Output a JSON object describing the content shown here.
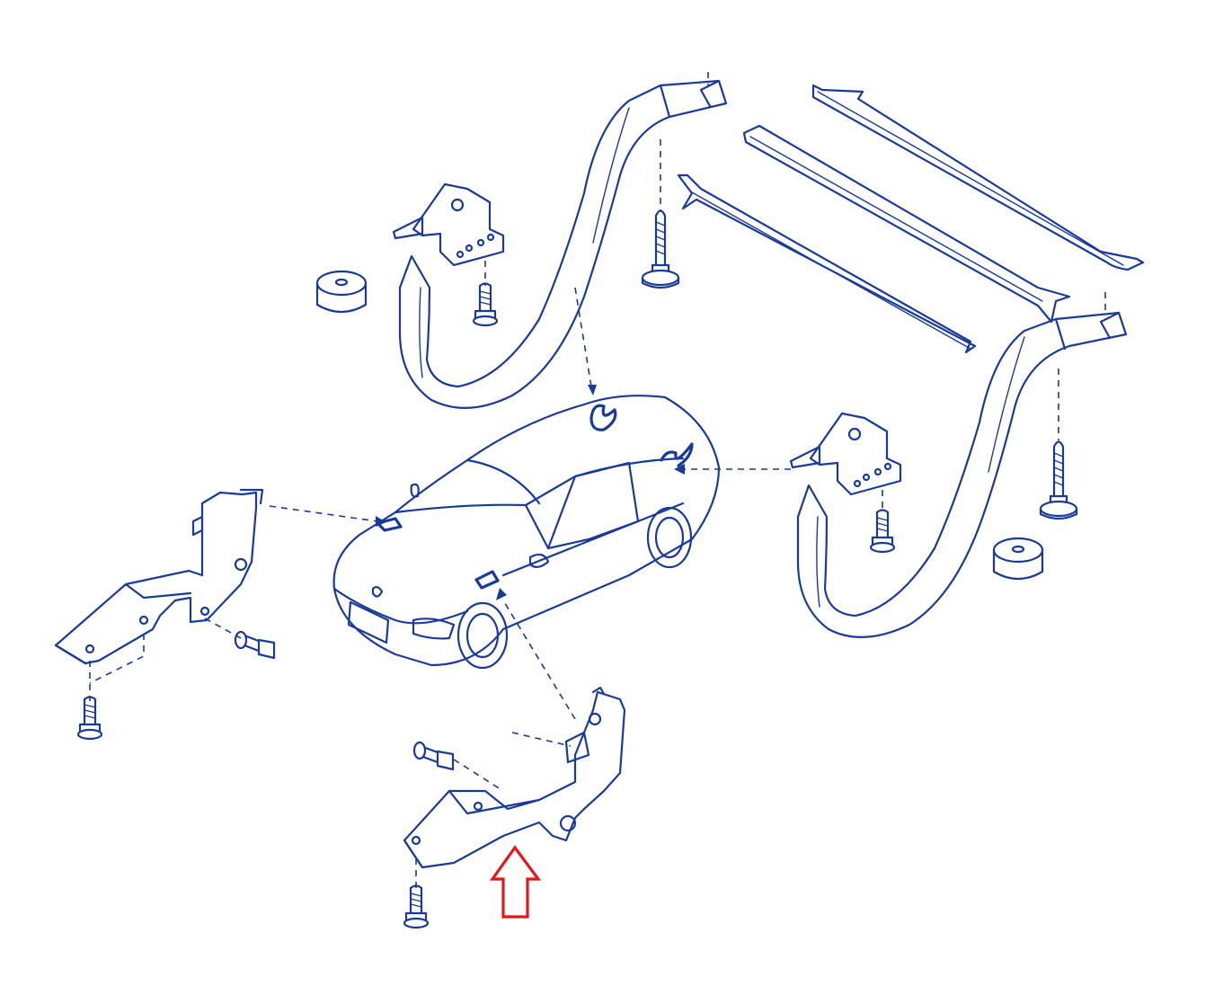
{
  "colors": {
    "line": "#1a3a9a",
    "highlight_arrow": "#e01818",
    "background": "#ffffff"
  },
  "parts": [
    {
      "name": "car-body",
      "icon": "car-icon"
    },
    {
      "name": "left-rear-hinge-arm",
      "icon": "hinge-arm-icon"
    },
    {
      "name": "right-rear-hinge-arm",
      "icon": "hinge-arm-icon"
    },
    {
      "name": "torsion-rod-1",
      "icon": "torsion-rod-icon"
    },
    {
      "name": "torsion-rod-2",
      "icon": "torsion-rod-icon"
    },
    {
      "name": "torsion-rod-3",
      "icon": "torsion-rod-icon"
    },
    {
      "name": "left-front-hinge-bracket",
      "icon": "bracket-icon"
    },
    {
      "name": "right-front-hinge-bracket",
      "icon": "bracket-icon"
    },
    {
      "name": "rubber-buffer",
      "icon": "buffer-icon"
    },
    {
      "name": "bolt",
      "icon": "bolt-icon"
    },
    {
      "name": "screw",
      "icon": "screw-icon"
    }
  ],
  "highlight": {
    "target": "right-front-hinge-bracket",
    "icon": "up-arrow-icon"
  }
}
